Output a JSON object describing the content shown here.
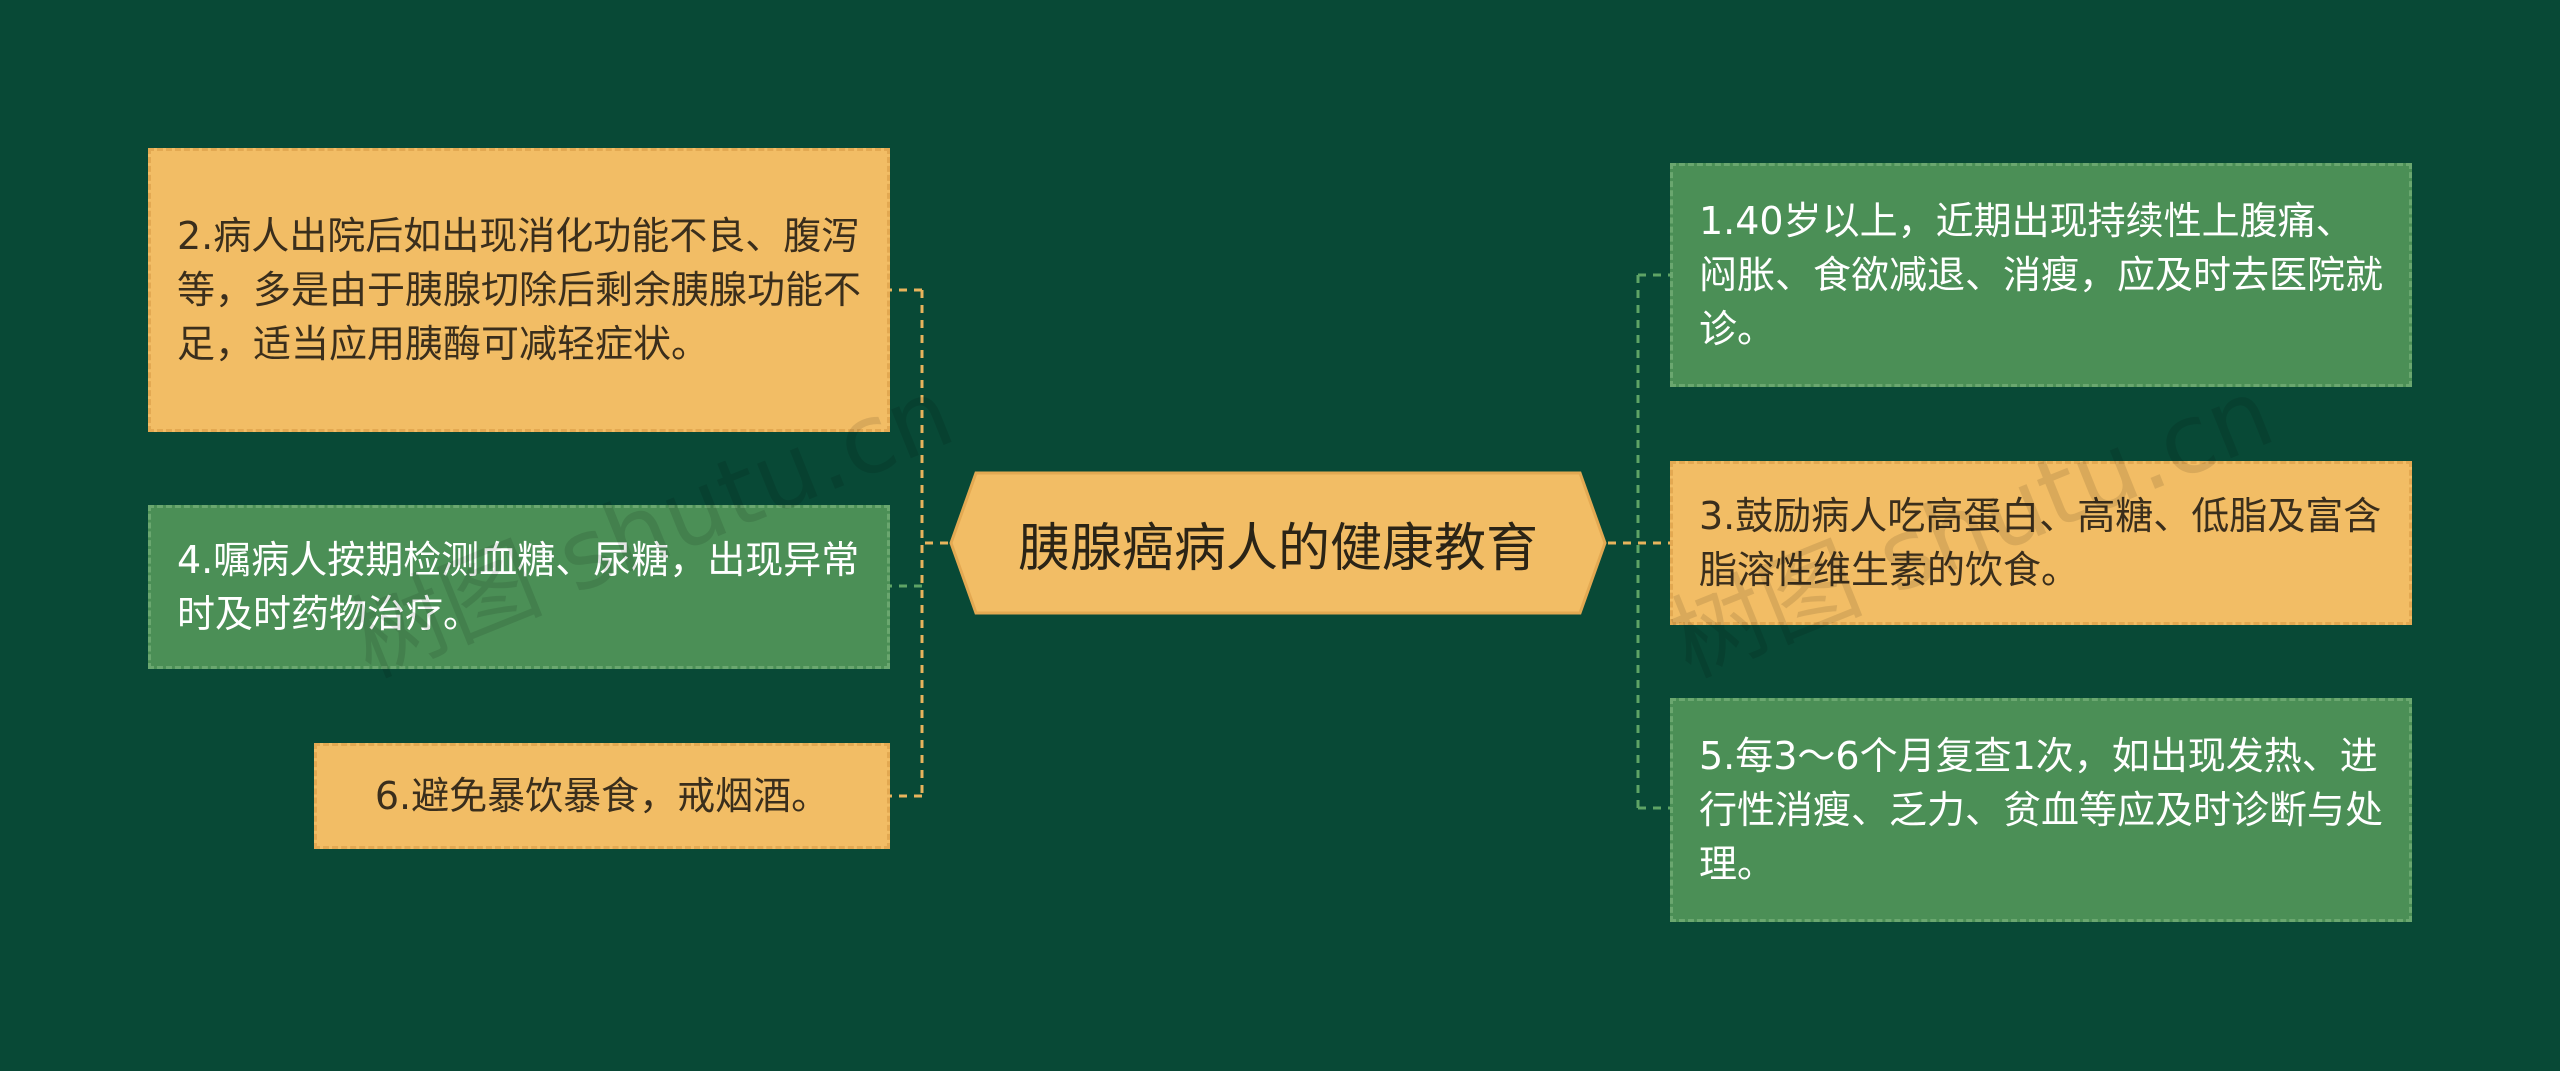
{
  "center": {
    "title": "胰腺癌病人的健康教育"
  },
  "left": [
    {
      "text": "2.病人出院后如出现消化功能不良、腹泻等，多是由于胰腺切除后剩余胰腺功能不足，适当应用胰酶可减轻症状。",
      "color": "yellow"
    },
    {
      "text": "4.嘱病人按期检测血糖、尿糖，出现异常时及时药物治疗。",
      "color": "green"
    },
    {
      "text": "6.避免暴饮暴食，戒烟酒。",
      "color": "yellow"
    }
  ],
  "right": [
    {
      "text": "1.40岁以上，近期出现持续性上腹痛、闷胀、食欲减退、消瘦，应及时去医院就诊。",
      "color": "green"
    },
    {
      "text": "3.鼓励病人吃高蛋白、高糖、低脂及富含脂溶性维生素的饮食。",
      "color": "yellow"
    },
    {
      "text": "5.每3～6个月复查1次，如出现发热、进行性消瘦、乏力、贫血等应及时诊断与处理。",
      "color": "green"
    }
  ],
  "watermarks": [
    "树图 shutu.cn",
    "树图 shutu.cn"
  ],
  "colors": {
    "background": "#084936",
    "yellow": "#f2bd65",
    "green": "#4b8f56",
    "line_yellow": "#e8b45c",
    "line_green": "#5ea465"
  }
}
